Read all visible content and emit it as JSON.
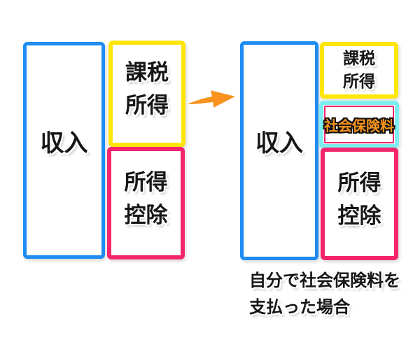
{
  "colors": {
    "blue": "#1e8cf2",
    "yellow": "#ffe60a",
    "pink": "#f4256d",
    "cyan": "#7deef0",
    "orange": "#f7931e",
    "text": "#161616"
  },
  "before": {
    "income_label": "収入",
    "taxable_income": {
      "line1": "課税",
      "line2": "所得"
    },
    "deduction": {
      "line1": "所得",
      "line2": "控除"
    }
  },
  "arrow": {
    "icon": "right-arrow"
  },
  "after": {
    "income_label": "収入",
    "taxable_income": {
      "line1": "課税",
      "line2": "所得"
    },
    "social_insurance_label": "社会保険料",
    "deduction": {
      "line1": "所得",
      "line2": "控除"
    }
  },
  "caption": {
    "line1": "自分で社会保険料を",
    "line2": "支払った場合"
  }
}
